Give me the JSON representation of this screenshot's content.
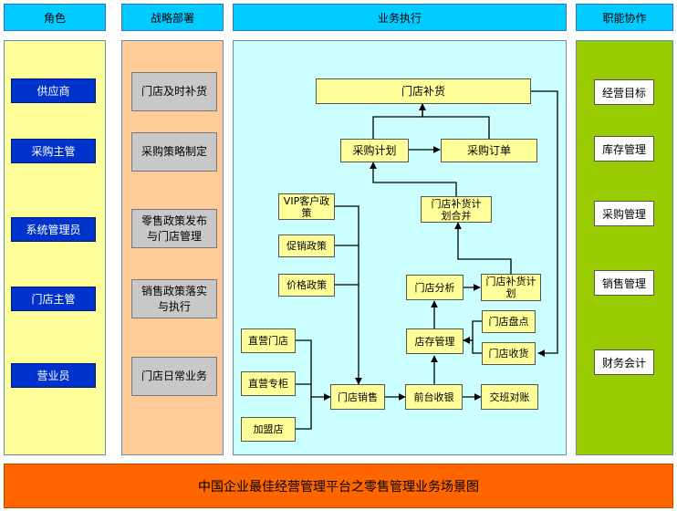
{
  "headers": {
    "roles": "角色",
    "strategy": "战略部署",
    "business": "业务执行",
    "functions": "职能协作"
  },
  "roles": [
    "供应商",
    "采购主管",
    "系统管理员",
    "门店主管",
    "营业员"
  ],
  "strategy": [
    "门店及时补货",
    "采购策略制定",
    "零售政策发布\n与门店管理",
    "销售政策落实\n与执行",
    "门店日常业务"
  ],
  "business": {
    "store_replenish": "门店补货",
    "purchase_plan": "采购计划",
    "purchase_order": "采购订单",
    "replenish_merge": "门店补货计\n划合并",
    "vip_policy": "VIP客户政\n策",
    "promo_policy": "促销政策",
    "price_policy": "价格政策",
    "store_analysis": "门店分析",
    "replenish_plan": "门店补货计\n划",
    "stock_check": "门店盘点",
    "inventory_mgmt": "店存管理",
    "store_receive": "门店收货",
    "direct_store": "直营门店",
    "direct_counter": "直营专柜",
    "franchise": "加盟店",
    "store_sales": "门店销售",
    "front_cashier": "前台收银",
    "shift_reconcile": "交班对账"
  },
  "functions": [
    "经营目标",
    "库存管理",
    "采购管理",
    "销售管理",
    "财务会计"
  ],
  "footer": "中国企业最佳经营管理平台之零售管理业务场景图",
  "colors": {
    "header": "#00ccff",
    "roles_panel": "#ffff99",
    "role_box": "#0033cc",
    "strategy_panel": "#ffcc99",
    "strategy_box": "#c8c8c8",
    "business_panel": "#ccffff",
    "business_box": "#ffff99",
    "functions_panel": "#99cc00",
    "footer": "#ff6600"
  }
}
